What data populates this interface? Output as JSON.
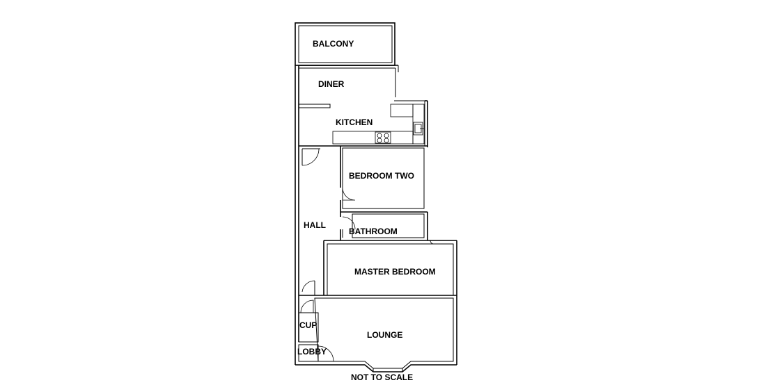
{
  "rooms": {
    "balcony": "BALCONY",
    "diner": "DINER",
    "kitchen": "KITCHEN",
    "bedroom_two": "BEDROOM TWO",
    "hall": "HALL",
    "bathroom": "BATHROOM",
    "master_bedroom": "MASTER BEDROOM",
    "cup": "CUP",
    "lounge": "LOUNGE",
    "lobby": "LOBBY"
  },
  "footer": {
    "scale_note": "NOT TO SCALE"
  }
}
